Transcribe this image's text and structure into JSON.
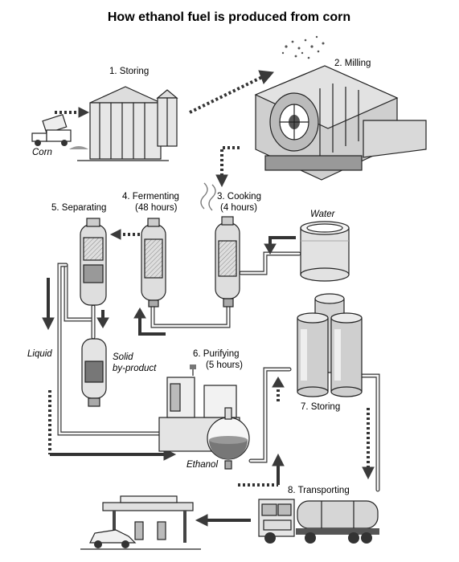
{
  "title": "How ethanol fuel is produced from corn",
  "steps": {
    "storing1": "1. Storing",
    "milling": "2. Milling",
    "cooking": "3. Cooking",
    "cooking_time": "(4 hours)",
    "fermenting": "4. Fermenting",
    "fermenting_time": "(48 hours)",
    "separating": "5. Separating",
    "purifying": "6. Purifying",
    "purifying_time": "(5 hours)",
    "storing7": "7. Storing",
    "transporting": "8. Transporting"
  },
  "labels": {
    "corn": "Corn",
    "water": "Water",
    "liquid": "Liquid",
    "solid1": "Solid",
    "solid2": "by-product",
    "ethanol": "Ethanol"
  }
}
